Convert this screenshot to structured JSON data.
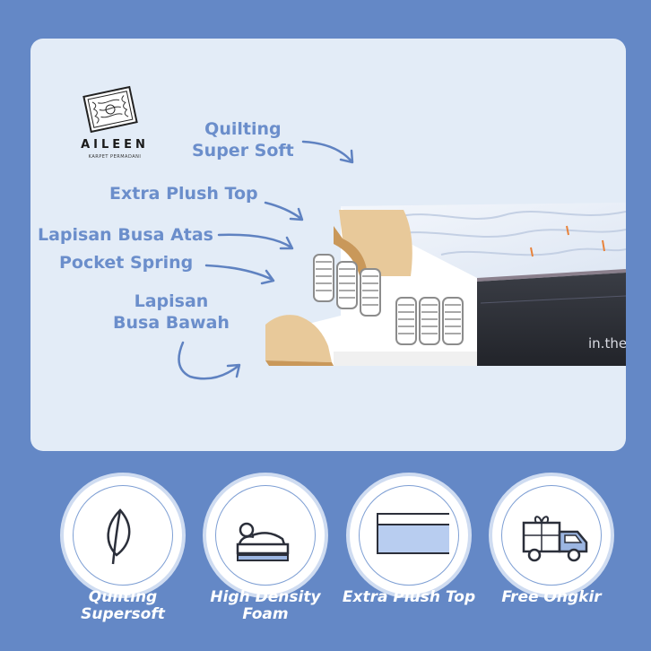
{
  "brand": {
    "name": "AILEEN",
    "tagline": "KARPET PERMADANI"
  },
  "mattress_print": "in.the",
  "callouts": [
    {
      "id": "quilting",
      "lines": [
        "Quilting",
        "Super Soft"
      ]
    },
    {
      "id": "plush",
      "lines": [
        "Extra Plush Top"
      ]
    },
    {
      "id": "busa-atas",
      "lines": [
        "Lapisan Busa Atas"
      ]
    },
    {
      "id": "pocket",
      "lines": [
        "Pocket Spring"
      ]
    },
    {
      "id": "busa-bawah",
      "lines": [
        "Lapisan",
        "Busa Bawah"
      ]
    }
  ],
  "features": [
    {
      "icon": "leaf-icon",
      "lines": [
        "Quilting",
        "Supersoft"
      ]
    },
    {
      "icon": "foam-icon",
      "lines": [
        "High Density",
        "Foam"
      ]
    },
    {
      "icon": "mattress-layer-icon",
      "lines": [
        "Extra Plush Top"
      ]
    },
    {
      "icon": "delivery-truck-icon",
      "lines": [
        "Free Ongkir"
      ]
    }
  ],
  "colors": {
    "background": "#6488c6",
    "panel": "#e3ecf7",
    "accent": "#6b8ecb",
    "foam": "#e8c99a",
    "mattress_side": "#2a2d35"
  }
}
